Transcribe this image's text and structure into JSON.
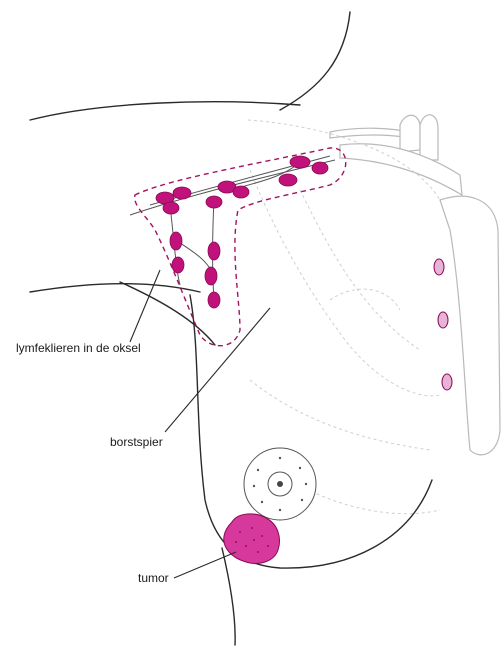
{
  "labels": {
    "lymph_nodes": "lymfeklieren in de oksel",
    "chest_muscle": "borstspier",
    "tumor": "tumor"
  },
  "icons": {
    "axillary_nodes": "lymph-node-icon",
    "internal_mammary_nodes": "lymph-node-icon",
    "tumor": "tumor-blob-icon"
  },
  "colors": {
    "node": "#c0127a",
    "node_light": "#e7b3d6",
    "tumor": "#d6389c",
    "region_outline": "#a3145f",
    "outline": "#2a2a2a"
  }
}
